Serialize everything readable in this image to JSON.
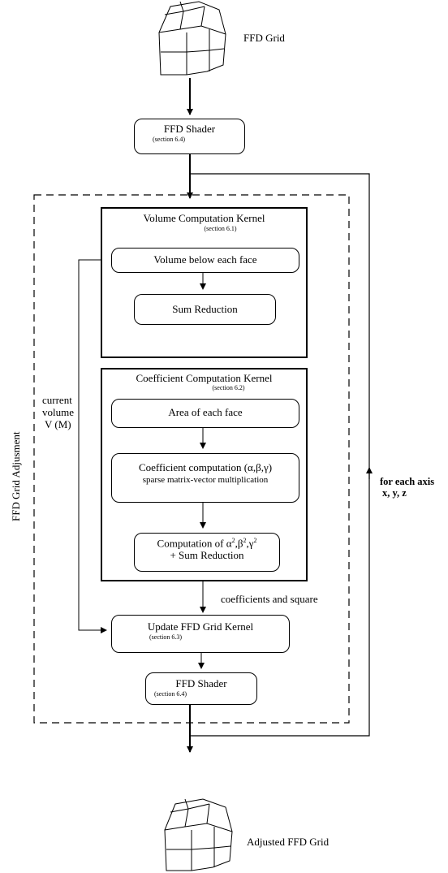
{
  "top_grid_label": "FFD Grid",
  "bottom_grid_label": "Adjusted FFD Grid",
  "ffd_shader_top": {
    "title": "FFD Shader",
    "section": "(section 6.4)"
  },
  "outer_label": "FFD Grid Adjusment",
  "volume_kernel": {
    "title": "Volume Computation Kernel",
    "section": "(section 6.1)",
    "step1": "Volume below each face",
    "step2": "Sum Reduction"
  },
  "coef_kernel": {
    "title": "Coefficient Computation Kernel",
    "section": "(section 6.2)",
    "step1": "Area of each face",
    "step2_line1": "Coefficient computation (α,β,γ)",
    "step2_line2": "sparse matrix-vector multiplication",
    "step3_prefix": "Computation of ",
    "step3_line2": "+ Sum Reduction",
    "sym_alpha": "α",
    "sym_beta": "β",
    "sym_gamma": "γ",
    "sup": "2",
    "comma": ","
  },
  "current_volume": [
    "current",
    "volume",
    "V (M)"
  ],
  "coef_square_label": "coefficients and square",
  "update_kernel": {
    "title": "Update FFD Grid Kernel",
    "section": "(section 6.3)"
  },
  "ffd_shader_bottom": {
    "title": "FFD Shader",
    "section": "(section 6.4)"
  },
  "loop_label": {
    "line1": "for each axis",
    "line2": "x, y, z"
  }
}
